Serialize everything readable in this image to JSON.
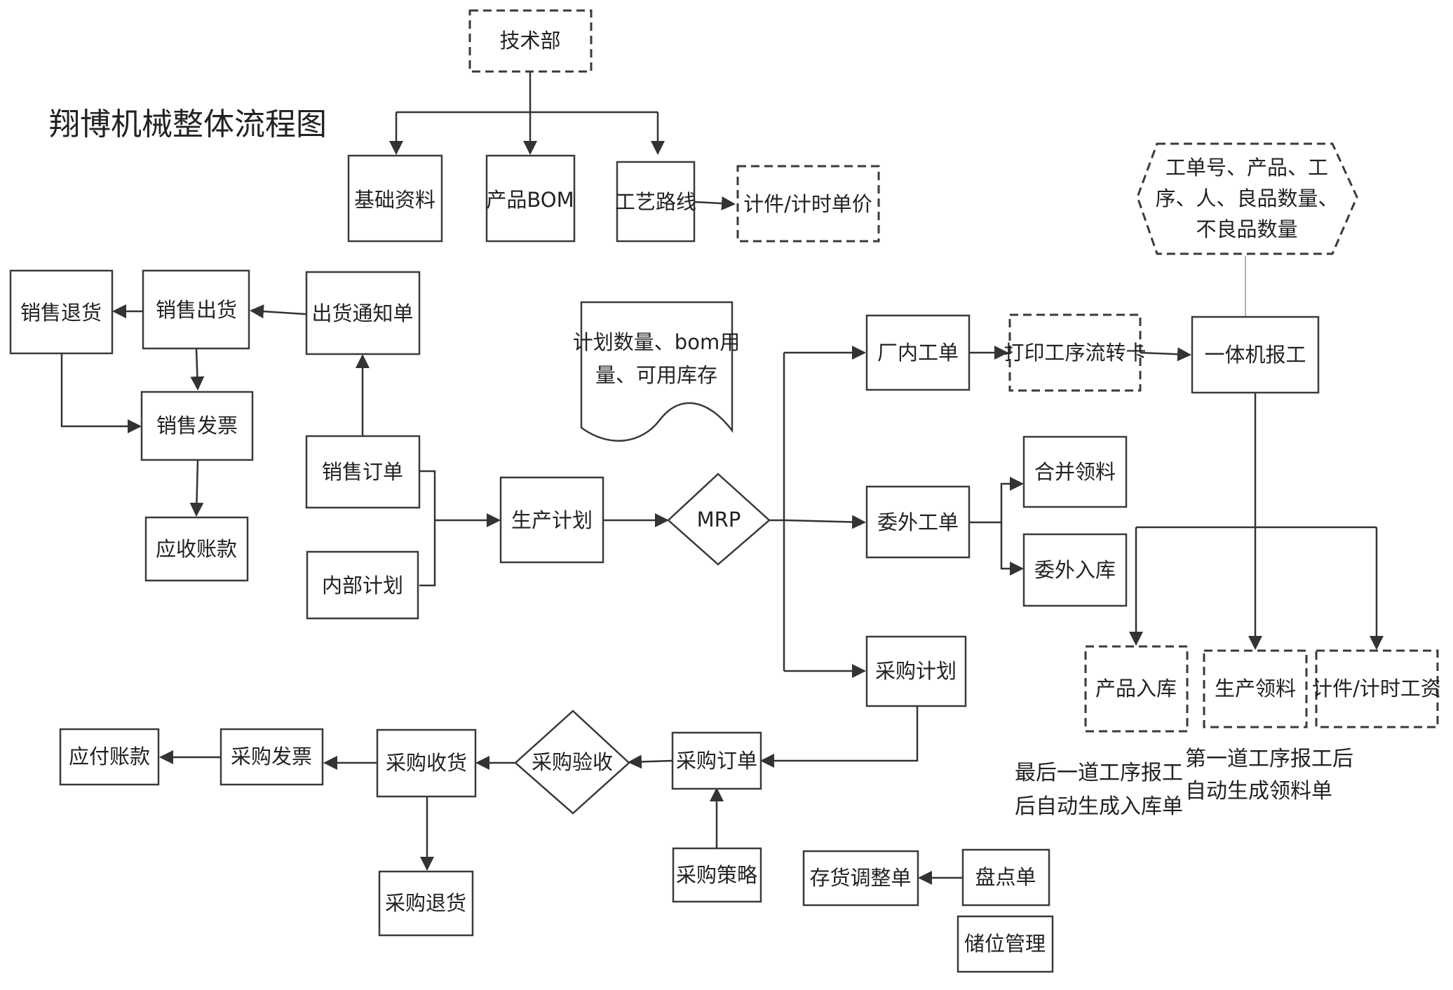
{
  "title": "翔博机械整体流程图",
  "nodes": {
    "tech_dept": "技术部",
    "basic_data": "基础资料",
    "product_bom": "产品BOM",
    "process_route": "工艺路线",
    "piece_price": "计件/计时单价",
    "report_fields": [
      "工单号、产品、工",
      "序、人、良品数量、",
      "不良品数量"
    ],
    "sales_return": "销售退货",
    "sales_out": "销售出货",
    "ship_notice": "出货通知单",
    "sales_invoice": "销售发票",
    "receivable": "应收账款",
    "sales_order": "销售订单",
    "internal_plan": "内部计划",
    "production_plan": "生产计划",
    "mrp_doc": [
      "计划数量、bom用",
      "量、可用库存"
    ],
    "mrp": "MRP",
    "in_house_order": "厂内工单",
    "print_card": "打印工序流转卡",
    "terminal_report": "一体机报工",
    "outsource_order": "委外工单",
    "merge_pick": "合并领料",
    "outsource_in": "委外入库",
    "purchase_plan": "采购计划",
    "product_in": "产品入库",
    "production_pick": "生产领料",
    "piece_wage": "计件/计时工资",
    "payable": "应付账款",
    "purchase_invoice": "采购发票",
    "purchase_receipt": "采购收货",
    "purchase_inspect": "采购验收",
    "purchase_order": "采购订单",
    "purchase_return": "采购退货",
    "purchase_strategy": "采购策略",
    "stock_adjust": "存货调整单",
    "stock_count": "盘点单",
    "location_mgmt": "储位管理"
  },
  "notes": {
    "last_process": [
      "最后一道工序报工",
      "后自动生成入库单"
    ],
    "first_process": [
      "第一道工序报工后",
      "自动生成领料单"
    ]
  }
}
